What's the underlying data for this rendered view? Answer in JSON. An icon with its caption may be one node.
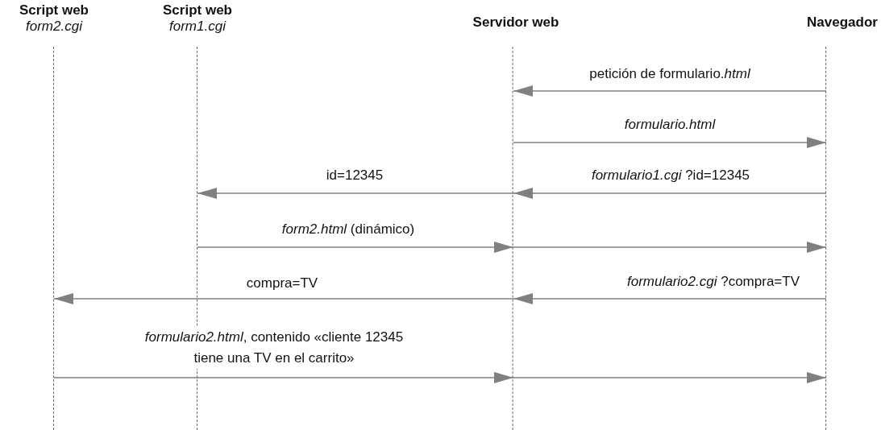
{
  "diagram": {
    "nodes": [
      {
        "text": [
          "Script web",
          "form2.cgi"
        ]
      },
      {
        "text": [
          "Script web",
          "form1.cgi"
        ]
      },
      {
        "text": [
          "Servidor web"
        ]
      },
      {
        "text": [
          "Navegador"
        ]
      }
    ],
    "edges": [
      {
        "from": 3,
        "to": 2,
        "arrow": "to",
        "label": "petición de formulario.*html*"
      },
      {
        "from": 2,
        "to": 3,
        "arrow": "to",
        "label": "*formulario.html*"
      },
      {
        "from": 2,
        "to": 1,
        "arrow": "to",
        "label": "id=12345"
      },
      {
        "from": 3,
        "to": 2,
        "arrow": "to",
        "label": "*formulario1.cgi* ?id=12345"
      },
      {
        "from": 1,
        "to": 2,
        "arrow": "to",
        "label": "*form2.html* (dinámico)"
      },
      {
        "from": 2,
        "to": 3,
        "arrow": "to"
      },
      {
        "from": 3,
        "to": 2,
        "arrow": "to",
        "label": "*formulario2.cgi* ?compra=TV"
      },
      {
        "from": 2,
        "to": 0,
        "arrow": "to",
        "label": "compra=TV"
      },
      {
        "from": 0,
        "to": 2,
        "arrow": "to",
        "label": "*formulario2.html*, contenido «cliente 12345 tiene una TV en el carrito»"
      },
      {
        "from": 2,
        "to": 3,
        "arrow": "to"
      }
    ]
  }
}
